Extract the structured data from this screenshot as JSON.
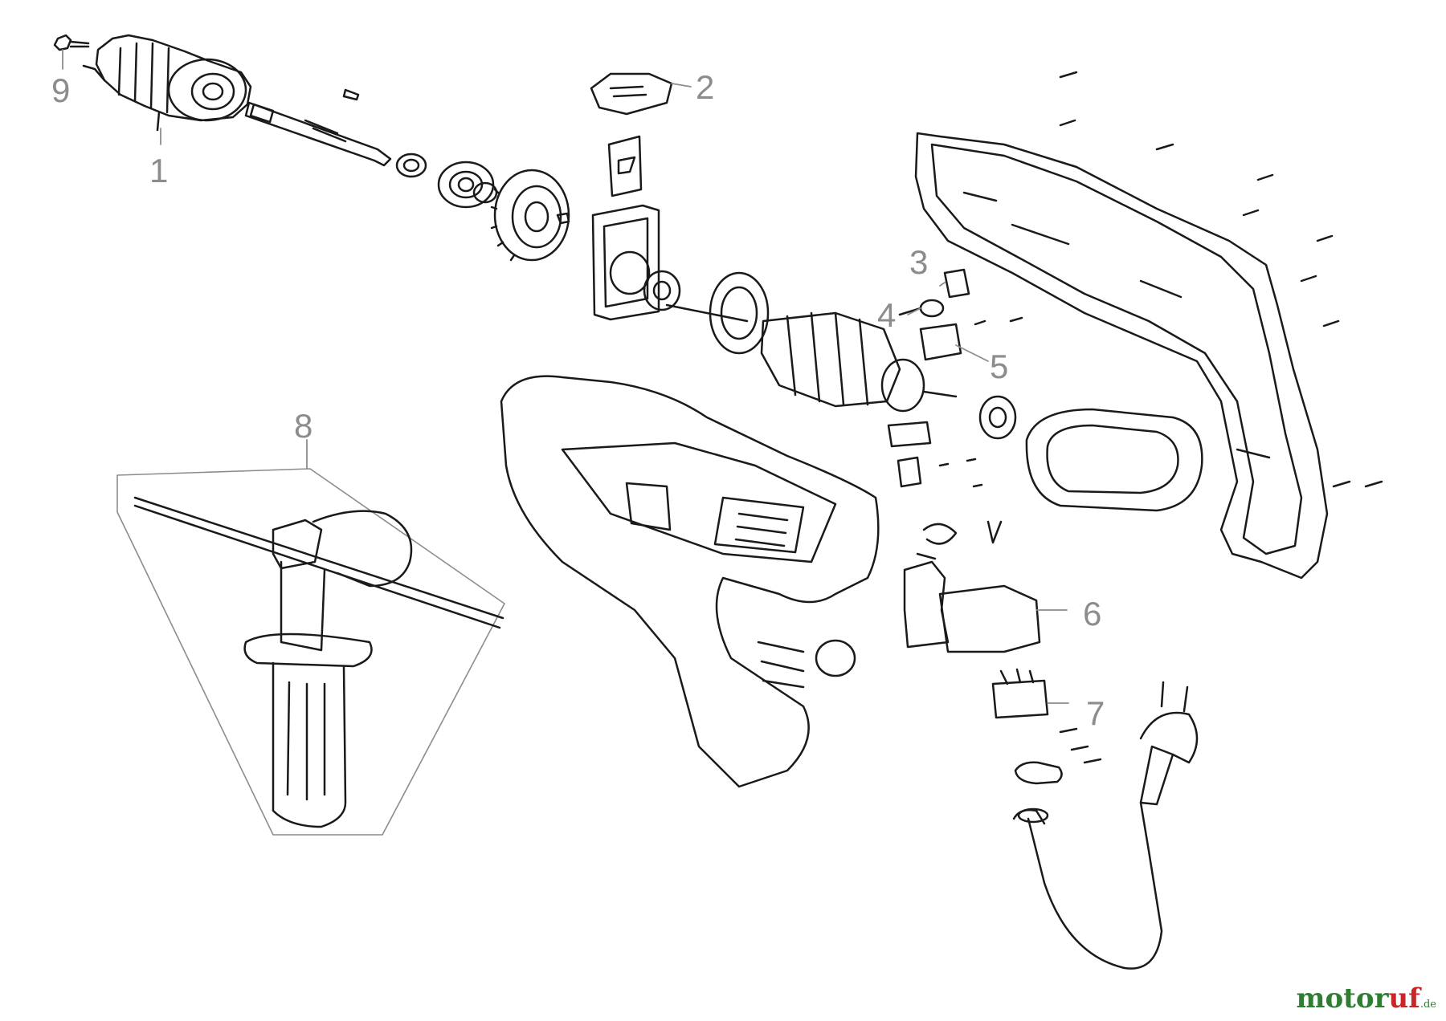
{
  "diagram": {
    "callouts": [
      {
        "id": "9",
        "label": "9"
      },
      {
        "id": "1",
        "label": "1"
      },
      {
        "id": "2",
        "label": "2"
      },
      {
        "id": "3",
        "label": "3"
      },
      {
        "id": "4",
        "label": "4"
      },
      {
        "id": "5",
        "label": "5"
      },
      {
        "id": "6",
        "label": "6"
      },
      {
        "id": "7",
        "label": "7"
      },
      {
        "id": "8",
        "label": "8"
      }
    ],
    "line_color": "#1a1a1a",
    "callout_color": "#8c8c8c"
  },
  "watermark": {
    "part1": "motor",
    "part2": "uf",
    "part3": ".de"
  }
}
